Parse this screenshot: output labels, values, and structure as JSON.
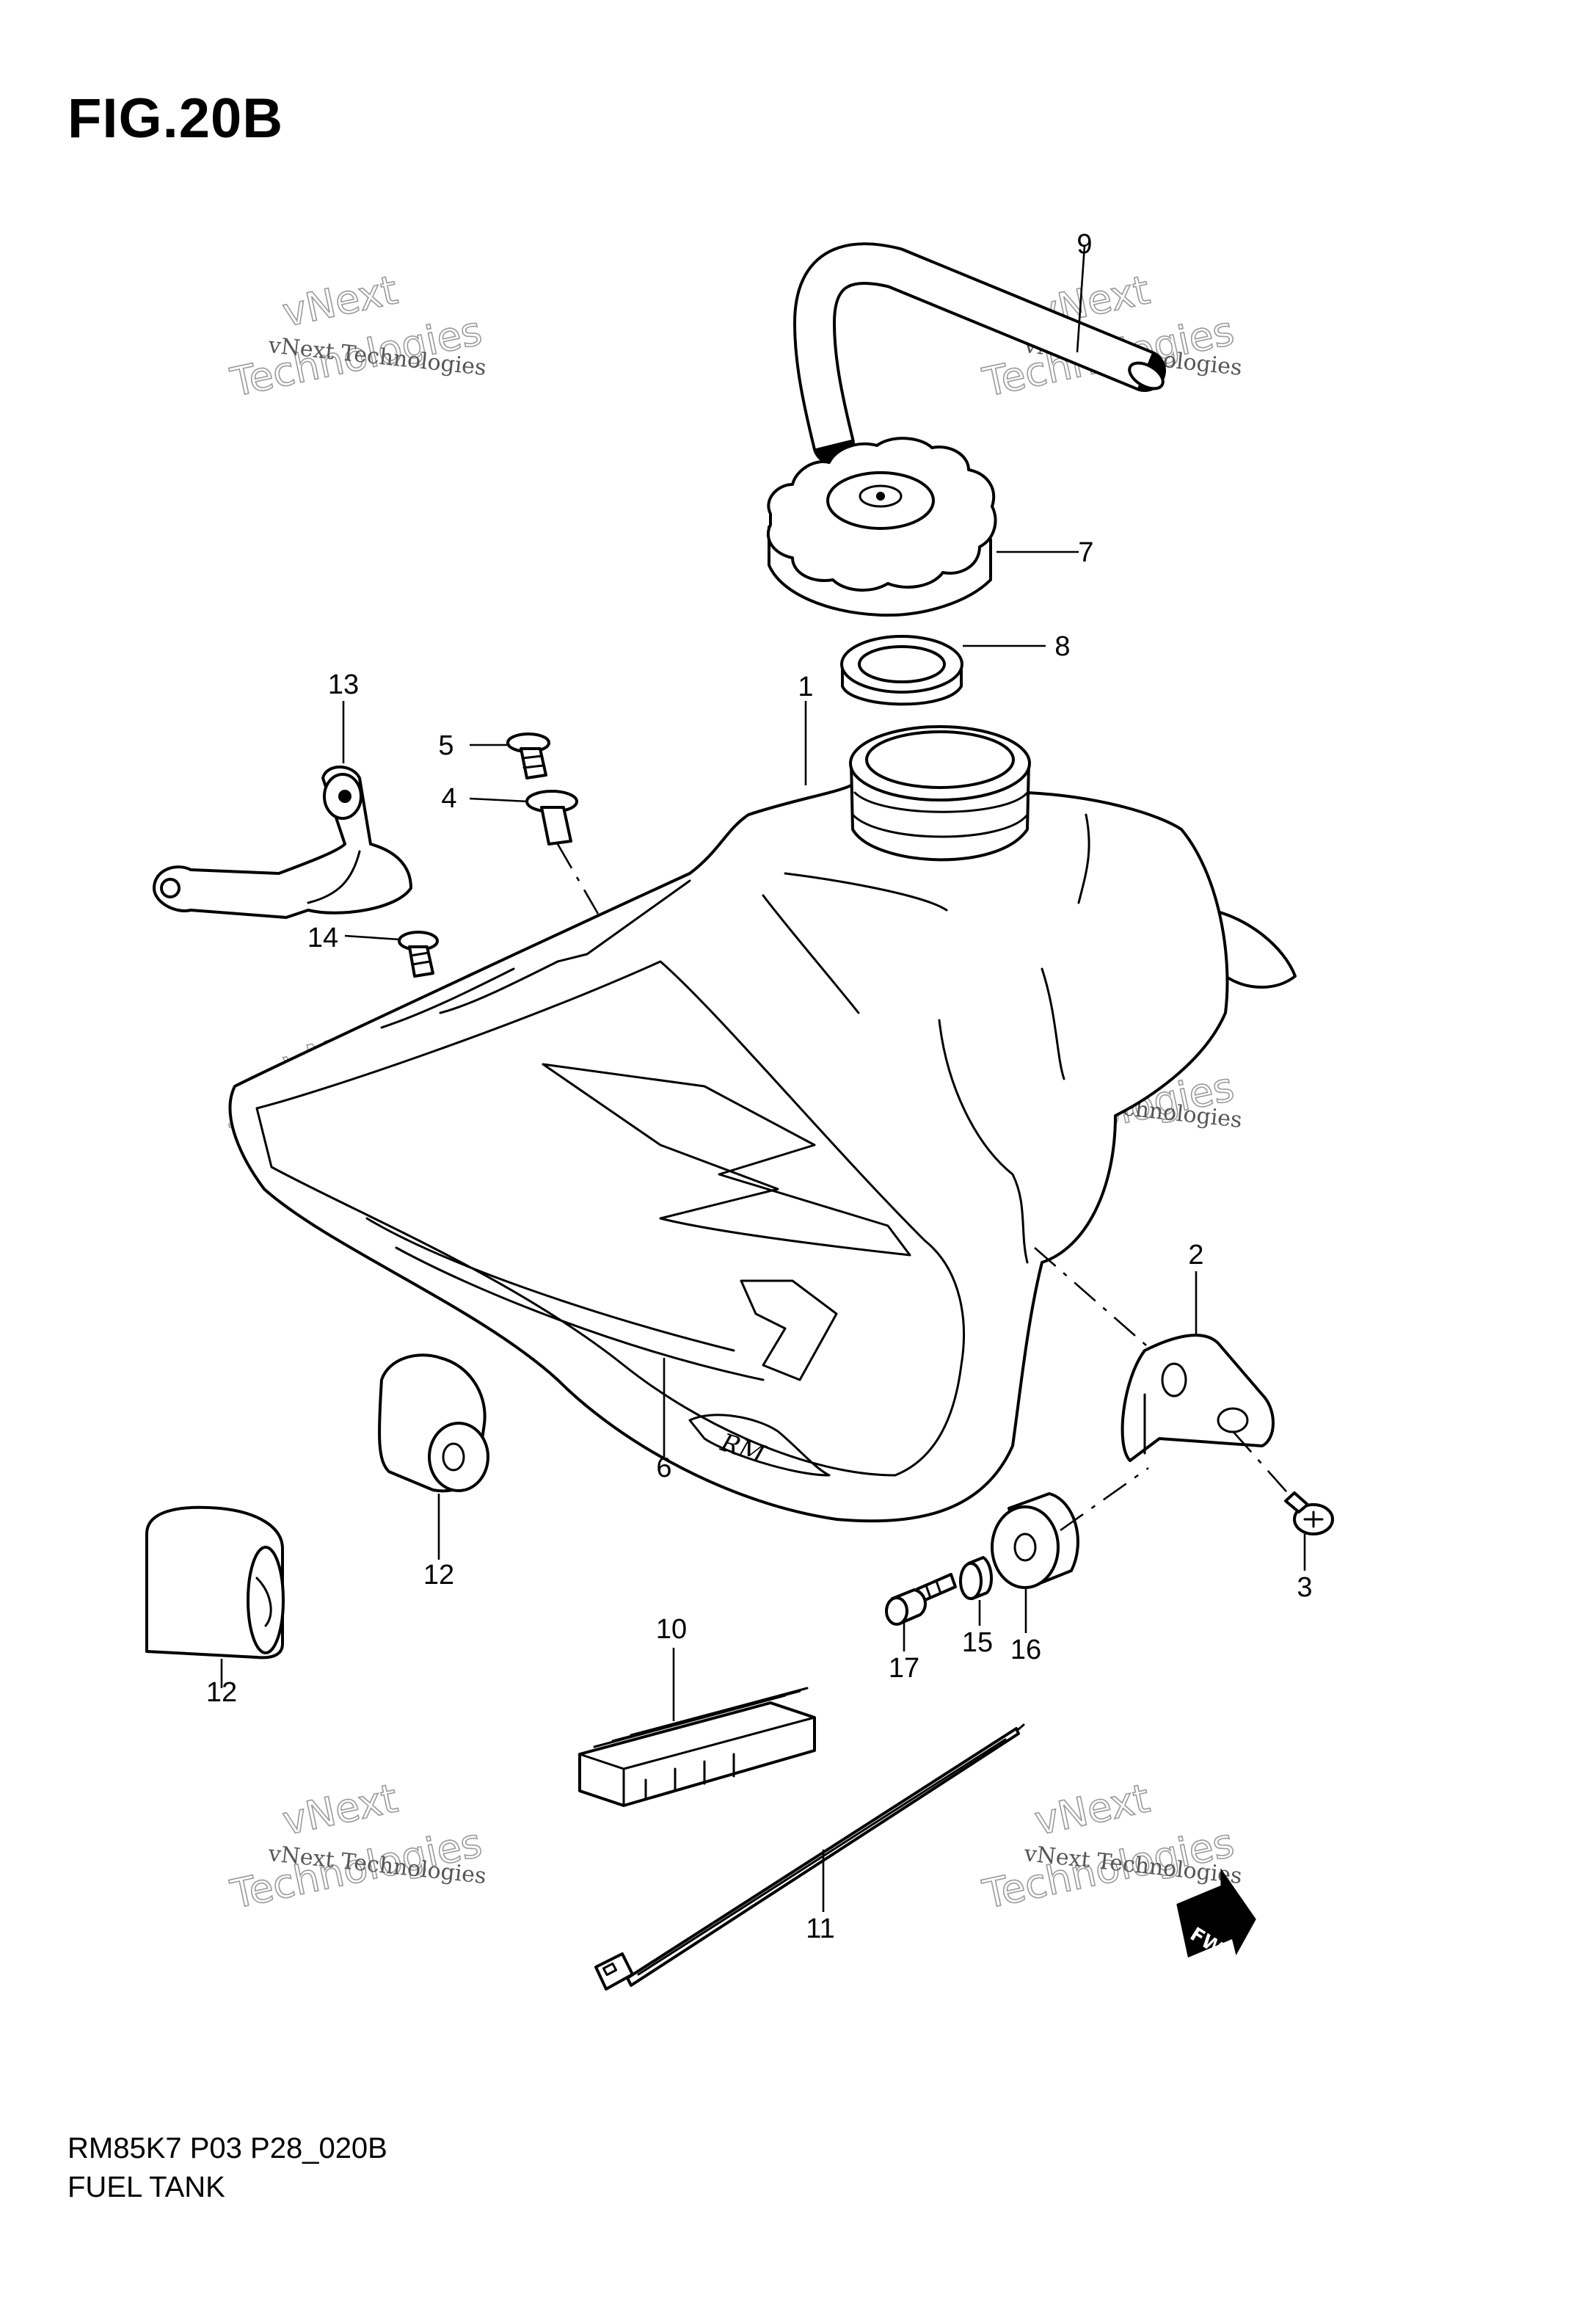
{
  "figure": {
    "title": "FIG.20B"
  },
  "footer": {
    "code": "RM85K7 P03 P28_020B",
    "name": "FUEL TANK"
  },
  "watermark": {
    "line1": "vNext Technologies",
    "big_top": "vNext",
    "big_bottom": "Technologies"
  },
  "callouts": [
    {
      "id": "c1",
      "label": "1"
    },
    {
      "id": "c2",
      "label": "2"
    },
    {
      "id": "c3",
      "label": "3"
    },
    {
      "id": "c4",
      "label": "4"
    },
    {
      "id": "c5",
      "label": "5"
    },
    {
      "id": "c6",
      "label": "6"
    },
    {
      "id": "c7",
      "label": "7"
    },
    {
      "id": "c8",
      "label": "8"
    },
    {
      "id": "c9",
      "label": "9"
    },
    {
      "id": "c10",
      "label": "10"
    },
    {
      "id": "c11",
      "label": "11"
    },
    {
      "id": "c12a",
      "label": "12"
    },
    {
      "id": "c12b",
      "label": "12"
    },
    {
      "id": "c13",
      "label": "13"
    },
    {
      "id": "c14",
      "label": "14"
    },
    {
      "id": "c15",
      "label": "15"
    },
    {
      "id": "c16",
      "label": "16"
    },
    {
      "id": "c17",
      "label": "17"
    }
  ],
  "fwd_marker": {
    "label": "FWD"
  },
  "decal_text": "RM"
}
